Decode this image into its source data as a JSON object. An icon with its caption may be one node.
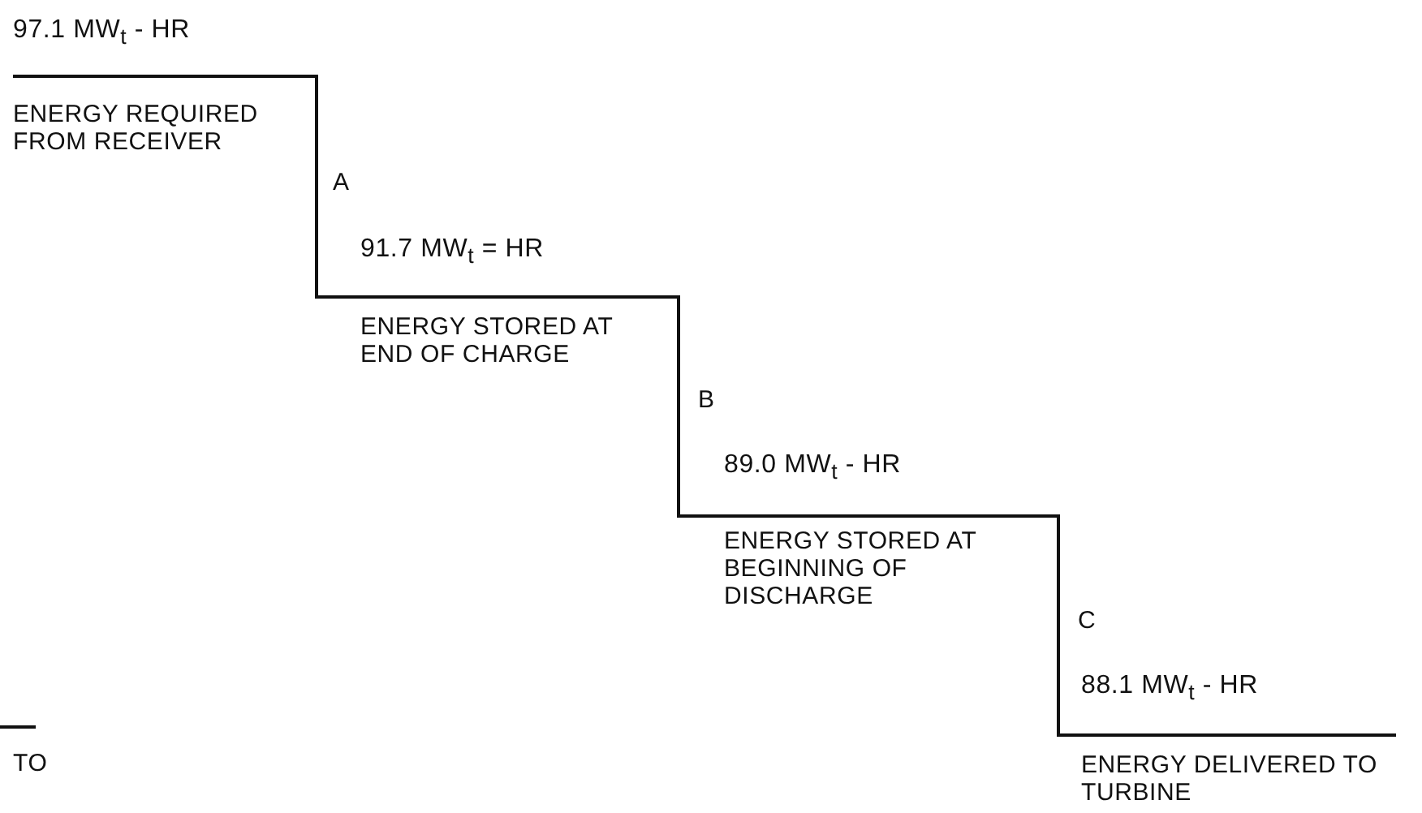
{
  "diagram": {
    "labels": [
      "97.1 MW$_{t}$ - HR",
      "ENERGY REQUIRED FROM RECEIVER",
      "A",
      "91.7 MW$_{t}$ = HR",
      "ENERGY STORED AT END OF CHARGE",
      "B",
      "89.0 MW$_{t}$ - HR",
      "ENERGY STORED AT BEGINNING OF DISCHARGE",
      "C",
      "88.1 MW$_{t}$ - HR",
      "TO",
      "ENERGY DELIVERED TO TURBINE"
    ]
  }
}
